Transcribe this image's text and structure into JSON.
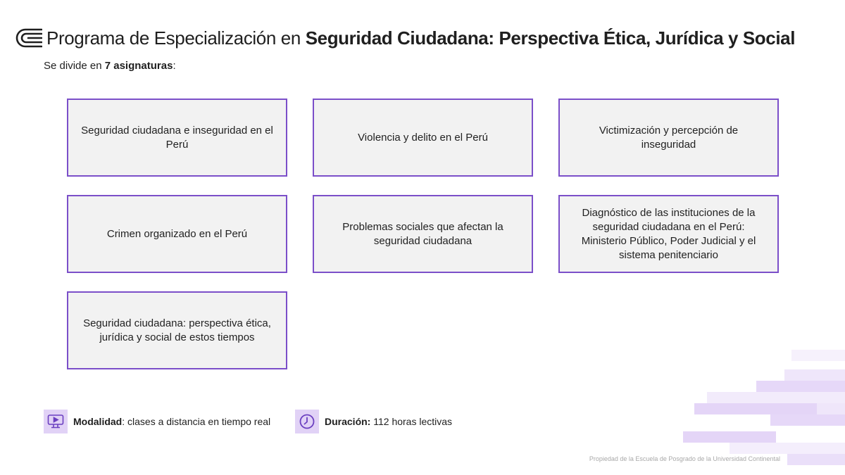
{
  "header": {
    "title_prefix": "Programa de Especialización en ",
    "title_bold": "Seguridad Ciudadana: Perspectiva Ética, Jurídica y Social"
  },
  "intro": {
    "prefix": "Se divide en ",
    "bold": "7 asignaturas",
    "suffix": ":"
  },
  "subjects": [
    "Seguridad ciudadana e inseguridad en el Perú",
    "Violencia y delito en el Perú",
    "Victimización y percepción de inseguridad",
    "Crimen organizado en el Perú",
    "Problemas sociales que afectan la seguridad ciudadana",
    "Diagnóstico de las instituciones de la seguridad ciudadana en el Perú: Ministerio Público, Poder Judicial y el sistema penitenciario",
    "Seguridad ciudadana: perspectiva ética, jurídica y social de estos tiempos"
  ],
  "footer": {
    "modalidad_label": "Modalidad",
    "modalidad_value": ": clases a distancia en tiempo real",
    "duracion_label": "Duración:",
    "duracion_value": " 112 horas lectivas"
  },
  "credit": "Propiedad de la Escuela de Posgrado de la Universidad Continental",
  "icons": {
    "logo": "continental-logo-icon",
    "modalidad": "video-screen-icon",
    "duracion": "clock-icon"
  },
  "colors": {
    "accent": "#7b4fc9",
    "card_bg": "#f2f2f2",
    "icon_bg": "#e1d2f6"
  }
}
